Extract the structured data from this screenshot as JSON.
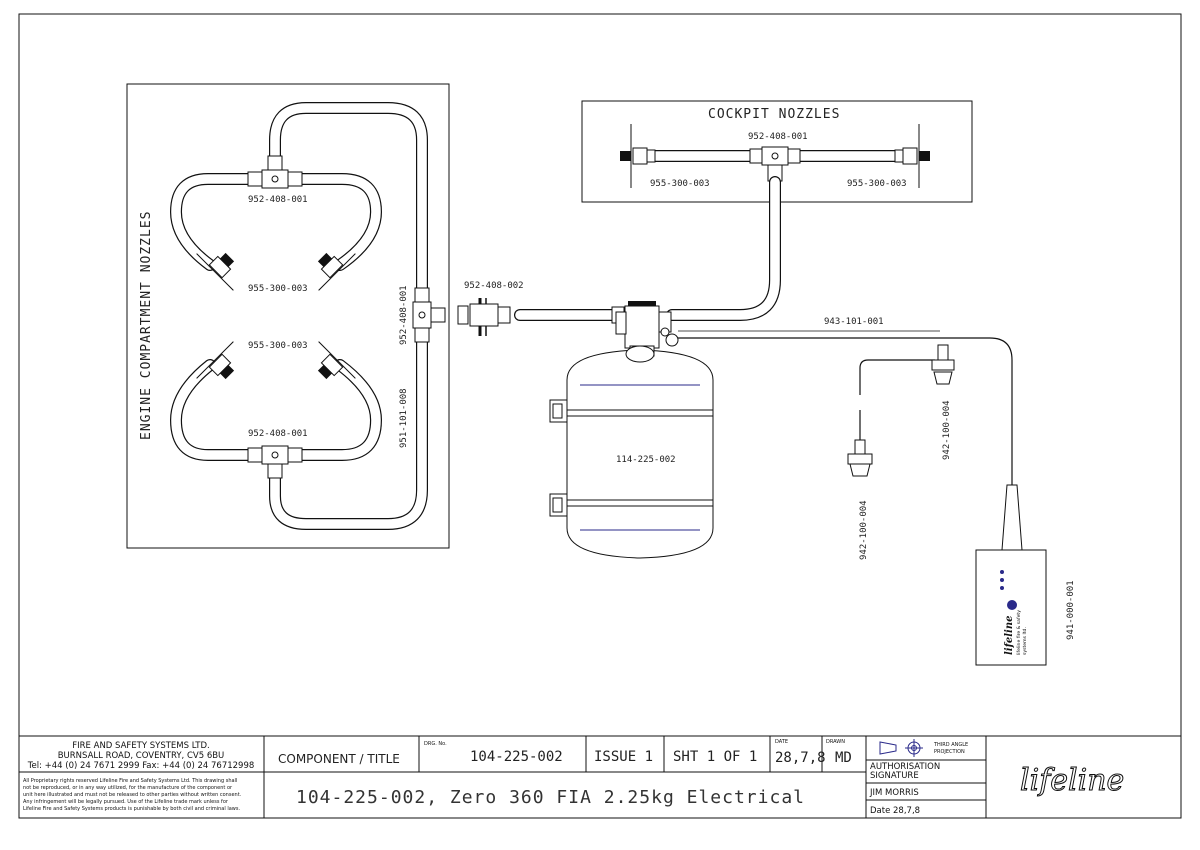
{
  "engine_compartment": {
    "title": "ENGINE COMPARTMENT NOZZLES",
    "tee_top": "952-408-001",
    "tee_bottom": "952-408-001",
    "nozzle_upper": "955-300-003",
    "nozzle_lower": "955-300-003",
    "tee_right": "952-408-001",
    "pipe": "951-101-008"
  },
  "cockpit": {
    "title": "COCKPIT NOZZLES",
    "tee": "952-408-001",
    "nozzle_left": "955-300-003",
    "nozzle_right": "955-300-003"
  },
  "valve_fitting": "952-408-002",
  "cylinder": "114-225-002",
  "cable": "943-101-001",
  "pull_handle_a": "942-100-004",
  "pull_handle_b": "942-100-004",
  "control_unit": {
    "part": "941-000-001",
    "brand": "lifeline",
    "subtitle_1": "lifeline fire & safety",
    "subtitle_2": "systems ltd."
  },
  "title_block": {
    "company": "FIRE AND SAFETY SYSTEMS LTD.",
    "address": "BURNSALL ROAD, COVENTRY, CV5 6BU",
    "tel": "Tel: +44 (0) 24 7671 2999   Fax: +44 (0) 24 76712998",
    "rights": [
      "All Proprietary rights reserved Lifeline Fire and Safety Systems Ltd. This drawing shall",
      "not be reproduced, or in any way utilized, for the manufacture of the component or",
      "unit here illustrated and must not be released to other parties without written consent.",
      "Any infringement will be legally pursued. Use of the Lifeline trade mark unless for",
      "Lifeline Fire and Safety Systems products is punishable by both civil and criminal laws."
    ],
    "component_label": "COMPONENT / TITLE",
    "drg_label": "DRG. No.",
    "drg_no": "104-225-002",
    "issue": "ISSUE 1",
    "sheet": "SHT 1 OF 1",
    "date_label": "DATE",
    "date": "28,7,8",
    "drawn_label": "DRAWN",
    "drawn": "MD",
    "projection_1": "THIRD ANGLE",
    "projection_2": "PROJECTION",
    "auth_1": "AUTHORISATION",
    "auth_2": "SIGNATURE",
    "auth_name": "JIM MORRIS",
    "auth_date": "Date 28,7,8",
    "full_title": "104-225-002, Zero 360 FIA 2.25kg Electrical",
    "logo": "lifeline"
  }
}
